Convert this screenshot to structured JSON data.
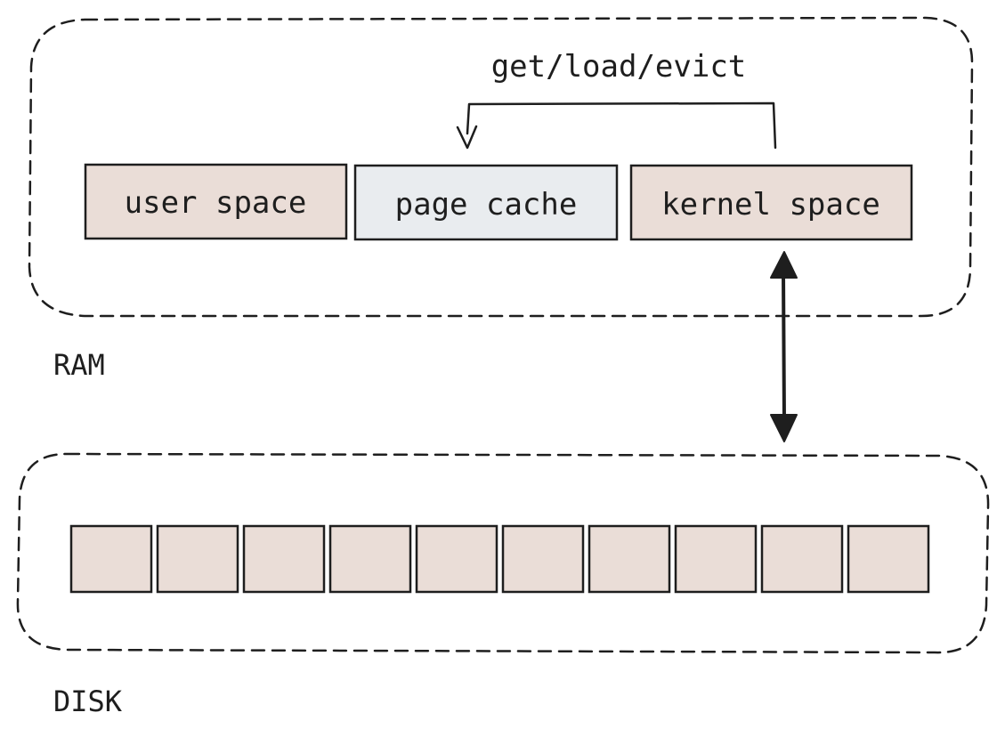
{
  "regions": {
    "ram": {
      "label": "RAM"
    },
    "disk": {
      "label": "DISK",
      "block_count": 10
    }
  },
  "ram_segments": [
    {
      "id": "user-space",
      "label": "user space",
      "fill": "#eaddd7"
    },
    {
      "id": "page-cache",
      "label": "page cache",
      "fill": "#e9ecef"
    },
    {
      "id": "kernel-space",
      "label": "kernel space",
      "fill": "#eaddd7"
    }
  ],
  "arrows": {
    "cache_ops": {
      "label": "get/load/evict"
    }
  },
  "colors": {
    "stroke": "#1e1e1e",
    "warm_fill": "#eaddd7",
    "cool_fill": "#e9ecef",
    "background": "#ffffff"
  }
}
